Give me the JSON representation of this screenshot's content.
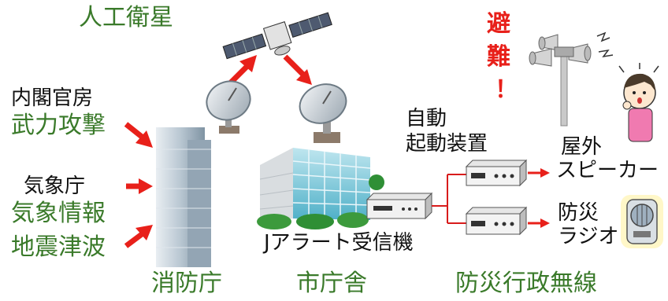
{
  "labels": {
    "satellite": "人工衛星",
    "cabinet_office": "内閣官房",
    "armed_attack": "武力攻撃",
    "jma": "気象庁",
    "weather_info": "気象情報",
    "earthquake_tsunami": "地震津波",
    "fire_agency": "消防庁",
    "city_hall": "市庁舎",
    "jalert_receiver": "Jアラート受信機",
    "auto_start_line1": "自動",
    "auto_start_line2": "起動装置",
    "outdoor_speaker_line1": "屋外",
    "outdoor_speaker_line2": "スピーカー",
    "disaster_radio_line1": "防災",
    "disaster_radio_line2": "ラジオ",
    "disaster_wireless": "防災行政無線",
    "evacuate_1": "避",
    "evacuate_2": "難",
    "evacuate_mark": "！"
  },
  "colors": {
    "green_text": "#3a7a2a",
    "black_text": "#111111",
    "arrow_red": "#e8201a",
    "line_red": "#d81b1b"
  }
}
